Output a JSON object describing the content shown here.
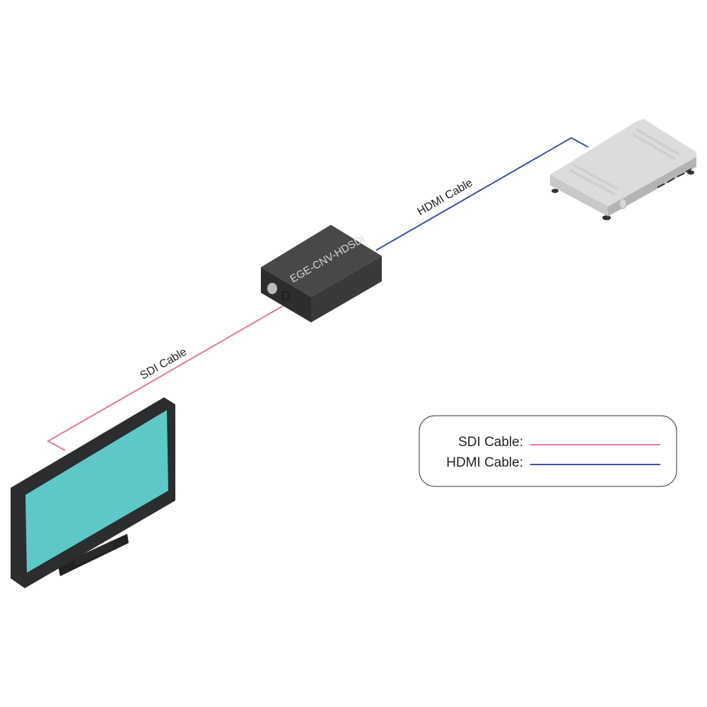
{
  "devices": {
    "converter": {
      "model": "EGE-CNV-HDSDI"
    },
    "source": {
      "name": "set-top-box"
    },
    "display": {
      "name": "monitor"
    }
  },
  "cables": {
    "hdmi_label": "HDMI Cable",
    "sdi_label": "SDI Cable"
  },
  "legend": {
    "items": [
      {
        "label": "SDI Cable:",
        "color": "#e07a9c"
      },
      {
        "label": "HDMI Cable:",
        "color": "#3f51a4"
      }
    ]
  },
  "colors": {
    "sdi": "#e07a9c",
    "hdmi": "#3f51a4",
    "screen": "#5ec8c8"
  }
}
